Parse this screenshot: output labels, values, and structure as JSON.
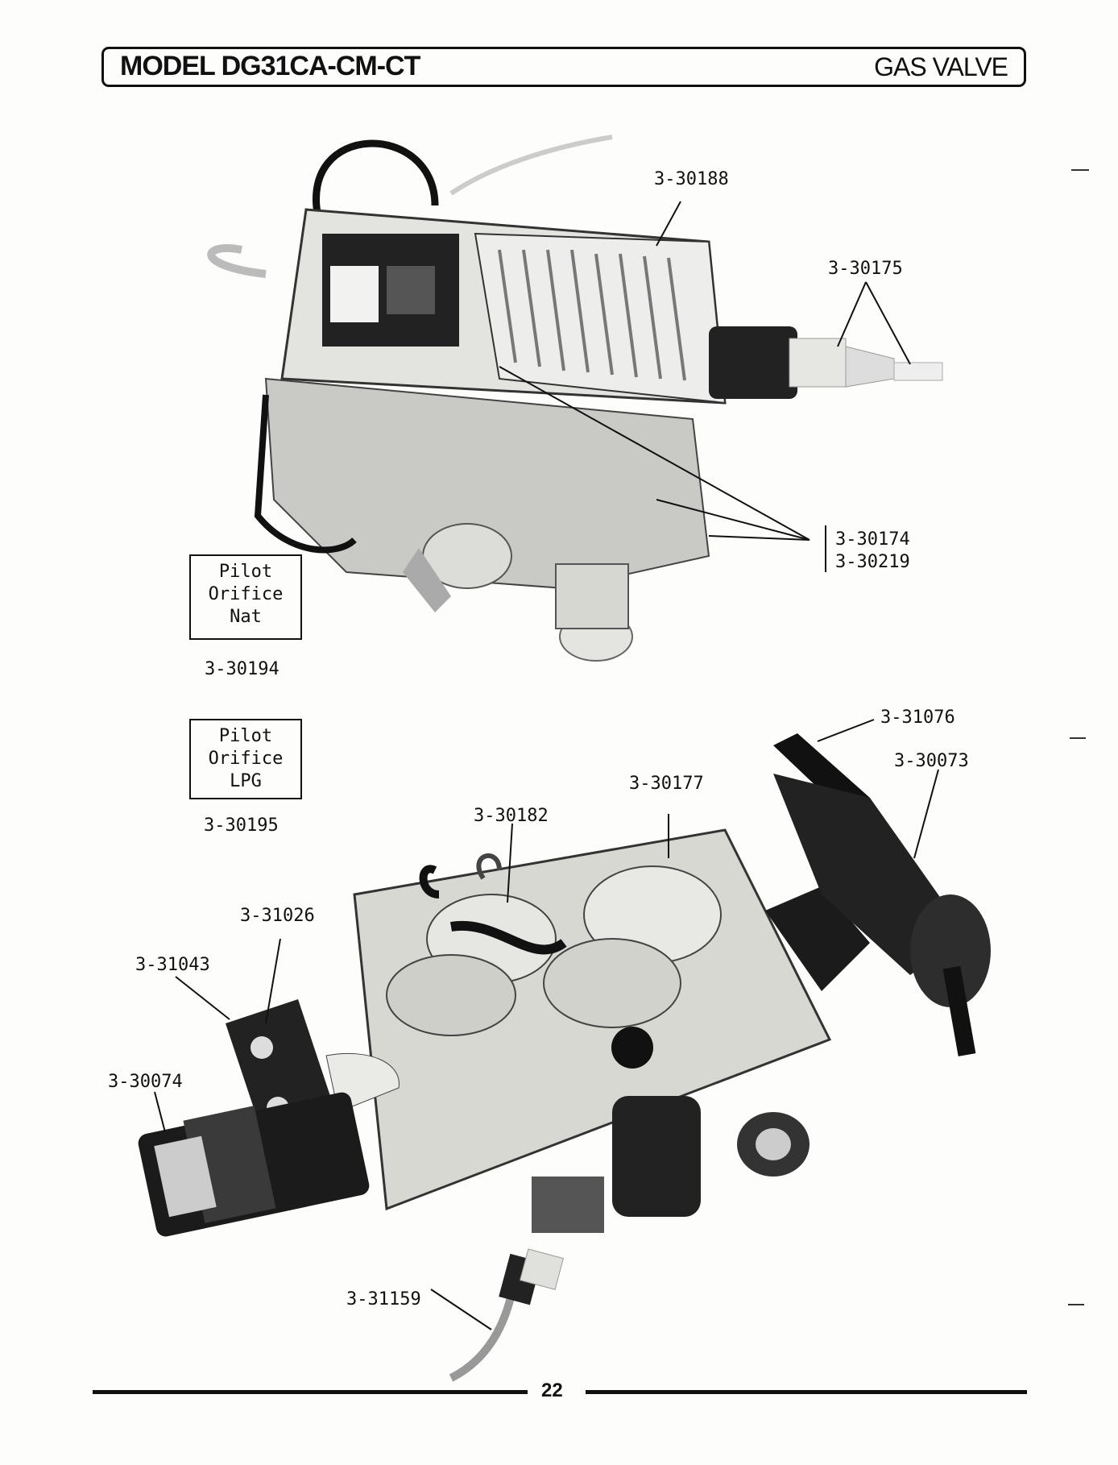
{
  "header": {
    "model": "MODEL DG31CA-CM-CT",
    "section": "GAS VALVE"
  },
  "upper_figure": {
    "callouts": {
      "c1": "3-30188",
      "c2": "3-30175",
      "c3": "3-30174",
      "c4": "3-30219"
    }
  },
  "pilot_orifices": [
    {
      "lines": [
        "Pilot",
        "Orifice",
        "Nat"
      ],
      "part_no": "3-30194"
    },
    {
      "lines": [
        "Pilot",
        "Orifice",
        "LPG"
      ],
      "part_no": "3-30195"
    }
  ],
  "lower_figure": {
    "callouts": {
      "c1": "3-31076",
      "c2": "3-30073",
      "c3": "3-30177",
      "c4": "3-30182",
      "c5": "3-31026",
      "c6": "3-31043",
      "c7": "3-30074",
      "c8": "3-31159"
    }
  },
  "footer": {
    "page_number": "22"
  }
}
